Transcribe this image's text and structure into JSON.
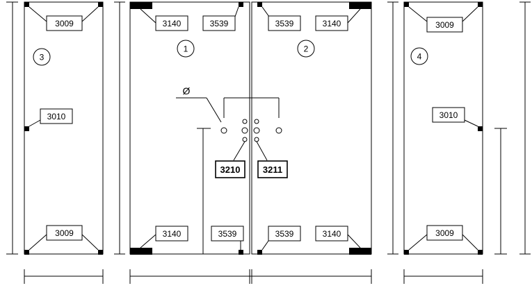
{
  "colors": {
    "line": "#000000",
    "background": "#ffffff"
  },
  "panels": [
    {
      "id": "3",
      "number": "3",
      "labels": [
        "3009",
        "3010",
        "3009"
      ]
    },
    {
      "id": "1",
      "number": "1",
      "labels": [
        "3140",
        "3539",
        "3140",
        "3539"
      ]
    },
    {
      "id": "2",
      "number": "2",
      "labels": [
        "3539",
        "3140",
        "3539",
        "3140"
      ]
    },
    {
      "id": "4",
      "number": "4",
      "labels": [
        "3009",
        "3010",
        "3009"
      ]
    }
  ],
  "hinges": {
    "left": "3210",
    "right": "3211"
  },
  "diameter_symbol": "Ø"
}
